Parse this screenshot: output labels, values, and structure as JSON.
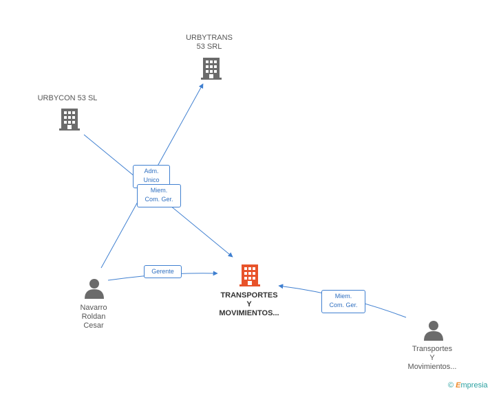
{
  "nodes": {
    "urbytrans": {
      "label": "URBYTRANS\n53 SRL",
      "type": "company",
      "icon": "building-icon"
    },
    "urbycon": {
      "label": "URBYCON 53  SL",
      "type": "company",
      "icon": "building-icon"
    },
    "transportes_main": {
      "label": "TRANSPORTES\nY\nMOVIMIENTOS...",
      "type": "company-main",
      "icon": "building-icon"
    },
    "navarro": {
      "label": "Navarro\nRoldan\nCesar",
      "type": "person",
      "icon": "person-icon"
    },
    "transportes_person": {
      "label": "Transportes\nY\nMovimientos...",
      "type": "person",
      "icon": "person-icon"
    }
  },
  "edges": {
    "adm_unico": {
      "label": "Adm.\nUnico"
    },
    "miem_1": {
      "label": "Miem.\nCom. Ger."
    },
    "gerente": {
      "label": "Gerente"
    },
    "miem_2": {
      "label": "Miem.\nCom. Ger."
    }
  },
  "colors": {
    "edge": "#3f7fd0",
    "company": "#6b6b6b",
    "main": "#e8532a",
    "person": "#6b6b6b"
  },
  "brand": {
    "copyright": "©",
    "initial": "E",
    "name": "mpresia"
  }
}
